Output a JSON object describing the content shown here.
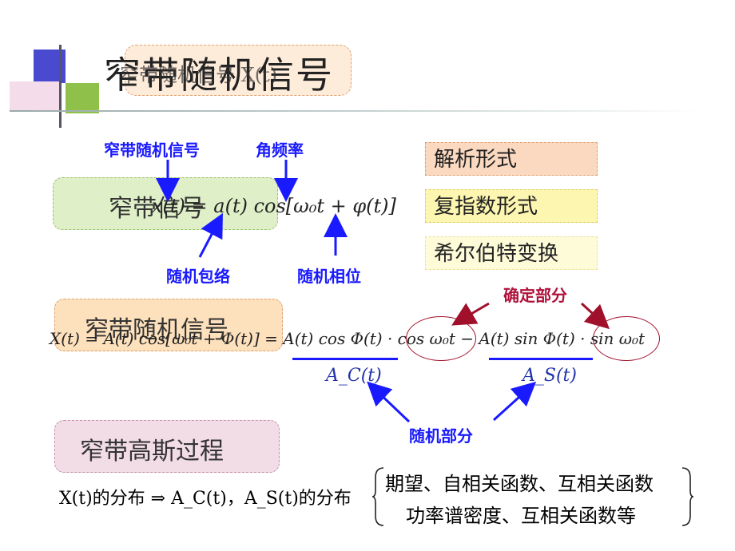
{
  "slide": {
    "title": "窄带随机信号",
    "title_overlay_formula": "窄带随机信号 X(t)",
    "labels": {
      "narrowband_signal": "窄带随机信号",
      "angular_freq": "角频率",
      "random_envelope": "随机包络",
      "random_phase": "随机相位",
      "deterministic_part": "确定部分",
      "random_part": "随机部分"
    },
    "pills": {
      "narrowband": "窄带信号",
      "narrowband_random": "窄带随机信号",
      "gaussian": "窄带高斯过程"
    },
    "side_boxes": {
      "analytic": "解析形式",
      "complex_exp": "复指数形式",
      "hilbert": "希尔伯特变换"
    },
    "formulas": {
      "f1": "x(t) = a(t) cos[ω₀t + φ(t)]",
      "f2": "X(t) = A(t) cos[ω₀t + Φ(t)] = A(t) cos Φ(t) · cos ω₀t − A(t) sin Φ(t) · sin ω₀t",
      "ac": "A_C(t)",
      "as": "A_S(t)",
      "dist_left": "X(t)的分布 ⇒ A_C(t)，A_S(t)的分布",
      "dist_line1": "期望、自相关函数、互相关函数",
      "dist_line2": "功率谱密度、互相关函数等"
    },
    "colors": {
      "blue": "#1a1aff",
      "red": "#a0102a",
      "pill_green": "#dff0c8",
      "pill_orange": "#fde0bc",
      "pill_pink": "#f2dce6",
      "box_orange": "#fbd9c0",
      "box_yellow": "#fdf6b0",
      "box_lightyellow": "#fdfbd8"
    }
  }
}
